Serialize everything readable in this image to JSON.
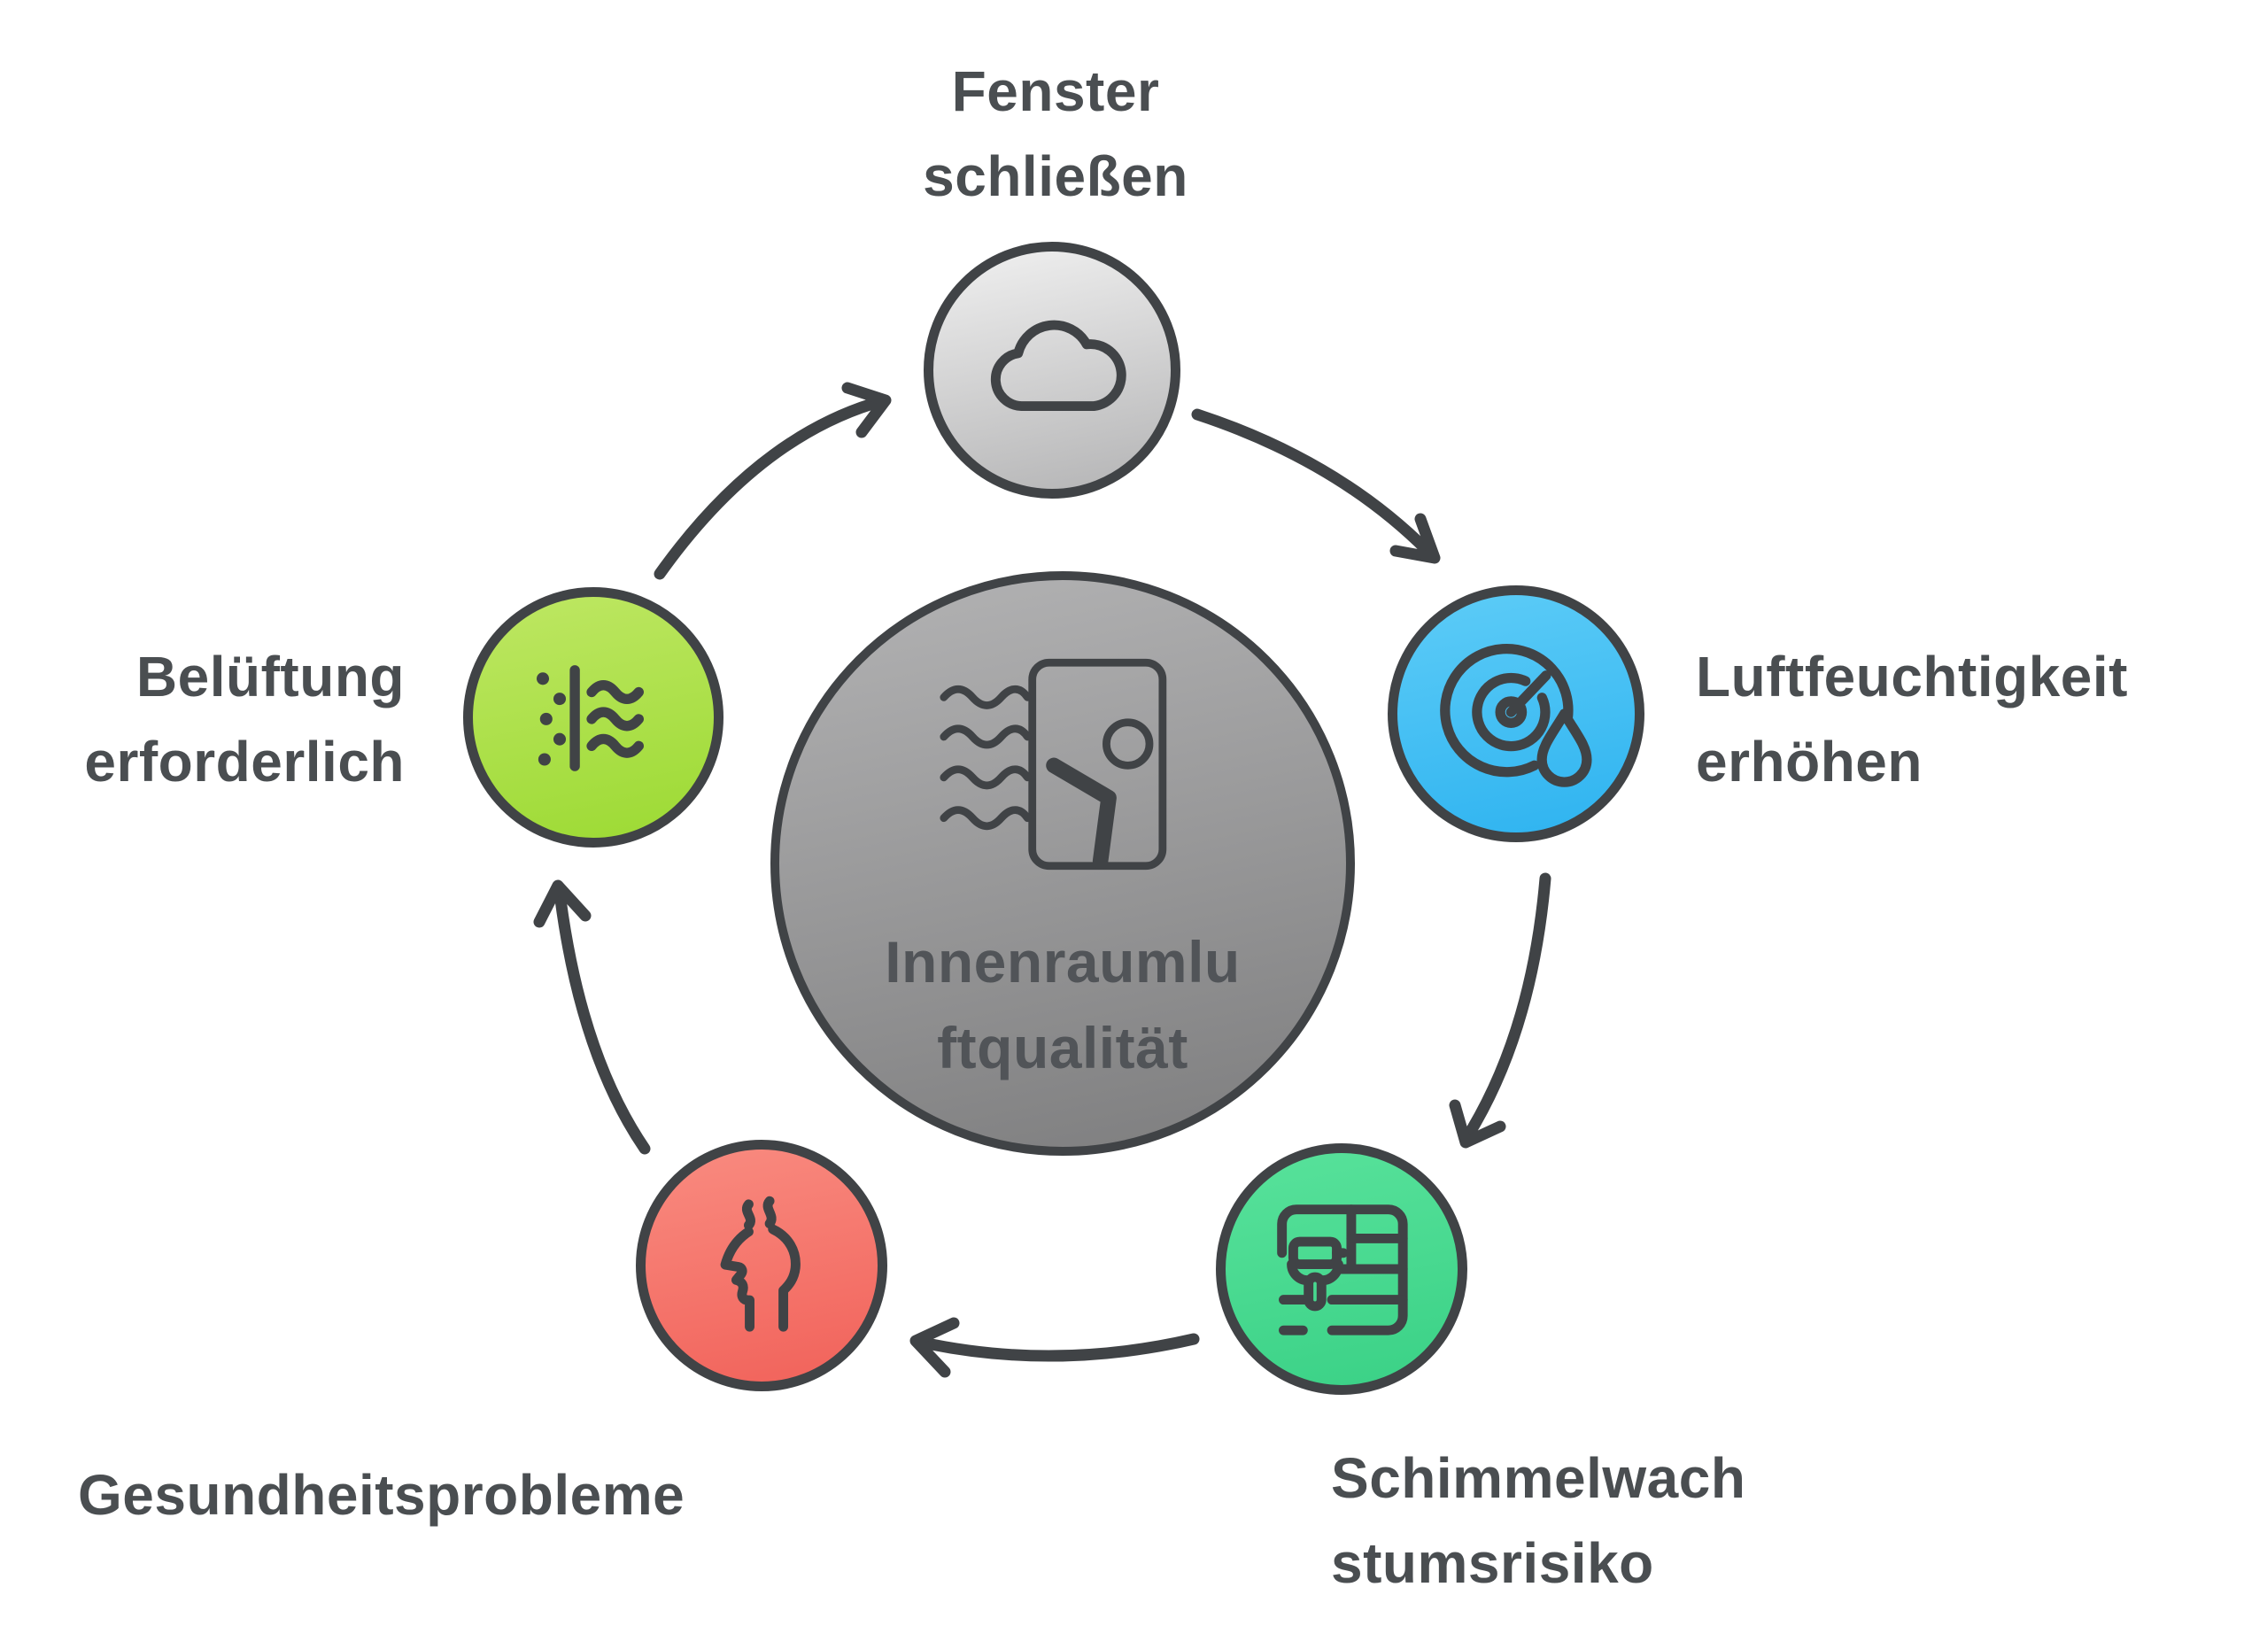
{
  "diagram": {
    "type": "cycle",
    "hub": {
      "label": "Innenraumlu\nftqualität",
      "full_term": "Innenraumluftqualität",
      "icon": "window-airflow",
      "gradient": {
        "top": "#b3b3b4",
        "bottom": "#7d7d7e"
      }
    },
    "nodes": [
      {
        "id": "fenster-schliessen",
        "label": "Fenster\nschließen",
        "icon": "cloud",
        "gradient": {
          "top": "#f0f0f0",
          "bottom": "#b4b4b5"
        }
      },
      {
        "id": "luftfeuchtigkeit-erhoehen",
        "label": "Luftfeuchtigkeit\nerhöhen",
        "icon": "humidity-gauge",
        "gradient": {
          "top": "#5dccf7",
          "bottom": "#2eb3f0"
        }
      },
      {
        "id": "schimmelwachstumsrisiko",
        "label": "Schimmelwach\nstumsrisiko",
        "icon": "paint-roller",
        "gradient": {
          "top": "#58e29b",
          "bottom": "#3ad186"
        }
      },
      {
        "id": "gesundheitsprobleme",
        "label": "Gesundheitsprobleme",
        "icon": "head-steam",
        "gradient": {
          "top": "#f98b80",
          "bottom": "#f1625a"
        }
      },
      {
        "id": "belueftung-erforderlich",
        "label": "Belüftung\nerforderlich",
        "icon": "air-filter",
        "gradient": {
          "top": "#bee763",
          "bottom": "#9cda33"
        }
      }
    ]
  },
  "palette": {
    "background": "#ffffff",
    "label_text": "#4a4e51",
    "hub_label_text": "#515458",
    "outline": "#404346"
  }
}
